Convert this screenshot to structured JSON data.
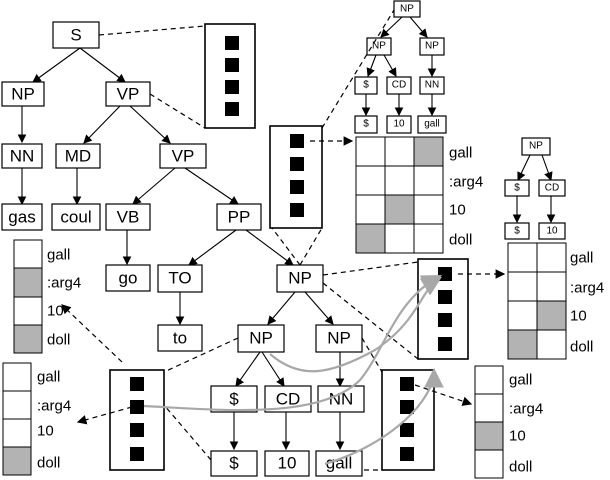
{
  "main_tree": {
    "s": "S",
    "np": "NP",
    "vp": "VP",
    "nn": "NN",
    "gas": "gas",
    "md": "MD",
    "coul": "coul",
    "vp2": "VP",
    "vb": "VB",
    "go": "go",
    "pp": "PP",
    "to_tag": "TO",
    "to_word": "to",
    "np2": "NP",
    "np3": "NP",
    "np4": "NP",
    "dollar_tag": "$",
    "cd": "CD",
    "nn2": "NN",
    "dollar_word": "$",
    "ten": "10",
    "gall": "gall"
  },
  "top_tree": {
    "np_root": "NP",
    "np_left": "NP",
    "np_right": "NP",
    "dollar_tag": "$",
    "cd": "CD",
    "nn": "NN",
    "dollar_word": "$",
    "ten": "10",
    "gall": "gall"
  },
  "right_tree": {
    "np": "NP",
    "dollar_tag": "$",
    "cd": "CD",
    "dollar_word": "$",
    "ten": "10"
  },
  "grid_labels": [
    "gall",
    ":arg4",
    "10",
    "doll"
  ],
  "colors": {
    "shaded": "#b3b3b3",
    "arrow": "#a8a8a8"
  }
}
